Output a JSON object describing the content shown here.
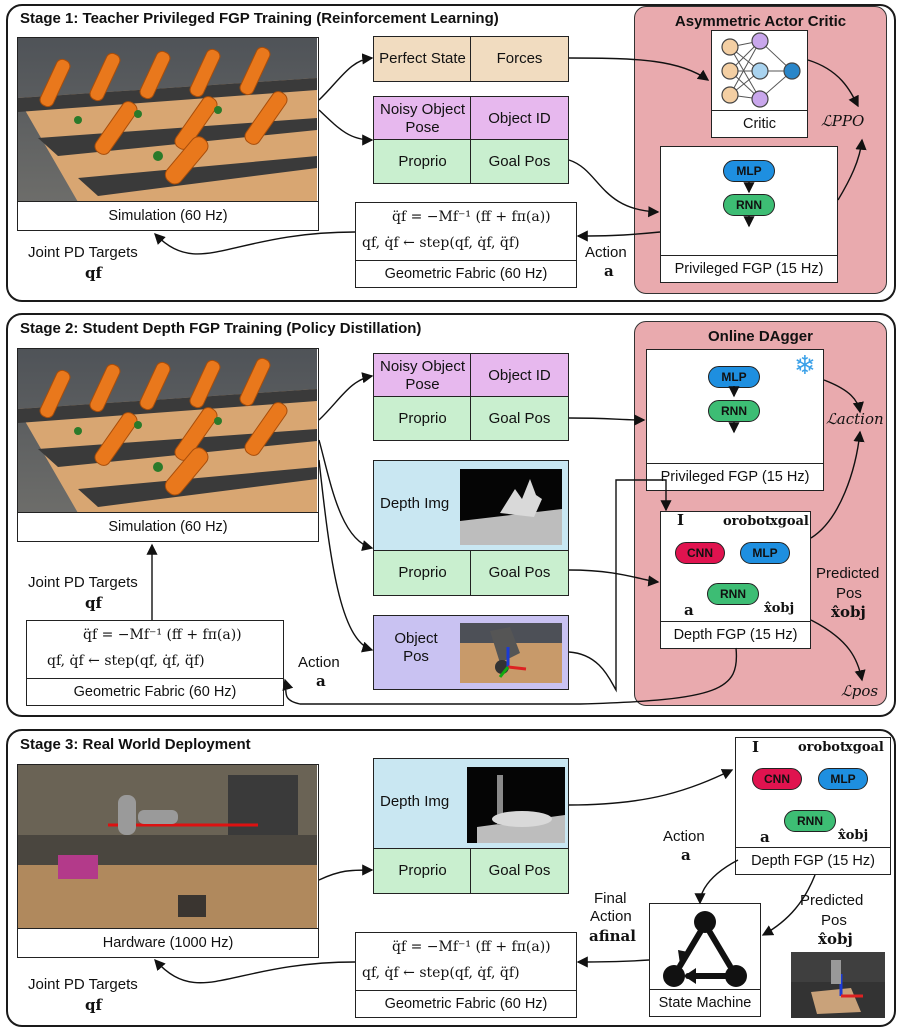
{
  "stage1": {
    "title": "Stage 1: Teacher Privileged FGP Training (Reinforcement Learning)",
    "sim_caption": "Simulation (60 Hz)",
    "perfect_state": "Perfect State",
    "forces": "Forces",
    "noisy_pose": "Noisy Object Pose",
    "object_id": "Object ID",
    "proprio": "Proprio",
    "goal_pos": "Goal Pos",
    "fabric_eq1": "q̈f = −Mf⁻¹ (ff + fπ(a))",
    "fabric_eq2": "qf, q̇f ← step(qf, q̇f, q̈f)",
    "fabric_caption": "Geometric Fabric (60 Hz)",
    "joint_pd": "Joint PD Targets",
    "joint_pd_sym": "qf",
    "action": "Action",
    "action_sym": "a",
    "panel_title": "Asymmetric Actor Critic",
    "critic": "Critic",
    "loss": "ℒPPO",
    "mlp": "MLP",
    "rnn": "RNN",
    "priv_caption": "Privileged FGP (15 Hz)"
  },
  "stage2": {
    "title": "Stage 2: Student Depth FGP Training (Policy Distillation)",
    "sim_caption": "Simulation (60 Hz)",
    "noisy_pose": "Noisy Object Pose",
    "object_id": "Object ID",
    "proprio": "Proprio",
    "goal_pos": "Goal Pos",
    "depth_img": "Depth Img",
    "proprio2": "Proprio",
    "goal_pos2": "Goal Pos",
    "object_pos": "Object Pos",
    "joint_pd": "Joint PD Targets",
    "joint_pd_sym": "qf",
    "fabric_eq1": "q̈f = −Mf⁻¹ (ff + fπ(a))",
    "fabric_eq2": "qf, q̇f ← step(qf, q̇f, q̈f)",
    "fabric_caption": "Geometric Fabric (60 Hz)",
    "action": "Action",
    "action_sym": "a",
    "panel_title": "Online DAgger",
    "mlp": "MLP",
    "rnn": "RNN",
    "priv_caption": "Privileged FGP (15 Hz)",
    "loss_action": "ℒaction",
    "img_sym": "I",
    "o_robot": "orobot",
    "x_goal": "xgoal",
    "cnn": "CNN",
    "a_out": "a",
    "x_obj": "x̂obj",
    "depth_caption": "Depth FGP (15 Hz)",
    "predicted": "Predicted",
    "pos": "Pos",
    "pred_sym": "x̂obj",
    "loss_pos": "ℒpos"
  },
  "stage3": {
    "title": "Stage 3: Real World Deployment",
    "hw_caption": "Hardware (1000 Hz)",
    "depth_img": "Depth Img",
    "proprio": "Proprio",
    "goal_pos": "Goal Pos",
    "img_sym": "I",
    "o_robot": "orobot",
    "x_goal": "xgoal",
    "cnn": "CNN",
    "mlp": "MLP",
    "rnn": "RNN",
    "a_out": "a",
    "x_obj": "x̂obj",
    "depth_caption": "Depth FGP (15 Hz)",
    "action": "Action",
    "action_sym": "a",
    "predicted": "Predicted",
    "pos": "Pos",
    "pred_sym": "x̂obj",
    "state_machine": "State Machine",
    "final": "Final",
    "final_action": "Action",
    "final_sym": "afinal",
    "fabric_eq1": "q̈f = −Mf⁻¹ (ff + fπ(a))",
    "fabric_eq2": "qf, q̇f ← step(qf, q̇f, q̈f)",
    "fabric_caption": "Geometric Fabric (60 Hz)",
    "joint_pd": "Joint PD Targets",
    "joint_pd_sym": "qf"
  },
  "colors": {
    "tan": "#f1dcc0",
    "violet": "#e7b8ee",
    "green": "#c9efcf",
    "light_blue": "#c9e7f2",
    "light_purple": "#c9c2f2",
    "panel_pink": "#e9aaae",
    "mlp_blue": "#1e8fe0",
    "rnn_green": "#3dbd74",
    "cnn_red": "#e0134f"
  }
}
